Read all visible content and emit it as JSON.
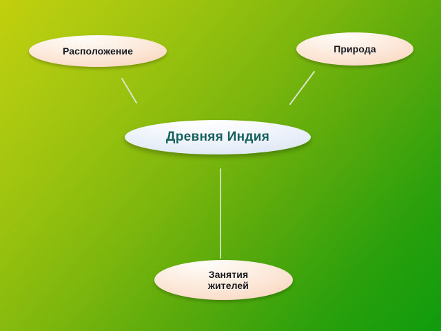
{
  "slide": {
    "title": "Древняя Индия",
    "background": {
      "from_color": "#c2cf0c",
      "to_color": "#0f9c0d",
      "direction": "diagonal top-left to bottom-right"
    }
  },
  "diagram": {
    "type": "mind-map",
    "center": {
      "id": "ancient-india",
      "label": "Древняя Индия",
      "fill_color": "#e7eef8",
      "text_color": "#15605e"
    },
    "nodes": [
      {
        "id": "location",
        "label": "Расположение",
        "fill_color": "#fbe2d0",
        "text_color": "#17171c"
      },
      {
        "id": "nature",
        "label": "Природа",
        "fill_color": "#fbe2d0",
        "text_color": "#17171c"
      },
      {
        "id": "occupations",
        "label_line1": "Занятия",
        "label_line2": "жителей",
        "fill_color": "#fbe2d0",
        "text_color": "#17171c"
      }
    ],
    "connectors": [
      {
        "id": "connector-location",
        "from": "location",
        "to": "ancient-india",
        "color": "#dfe8d4"
      },
      {
        "id": "connector-nature",
        "from": "nature",
        "to": "ancient-india",
        "color": "#dfe8d4"
      },
      {
        "id": "connector-occupations",
        "from": "ancient-india",
        "to": "occupations",
        "color": "#cfe0c2"
      }
    ]
  }
}
